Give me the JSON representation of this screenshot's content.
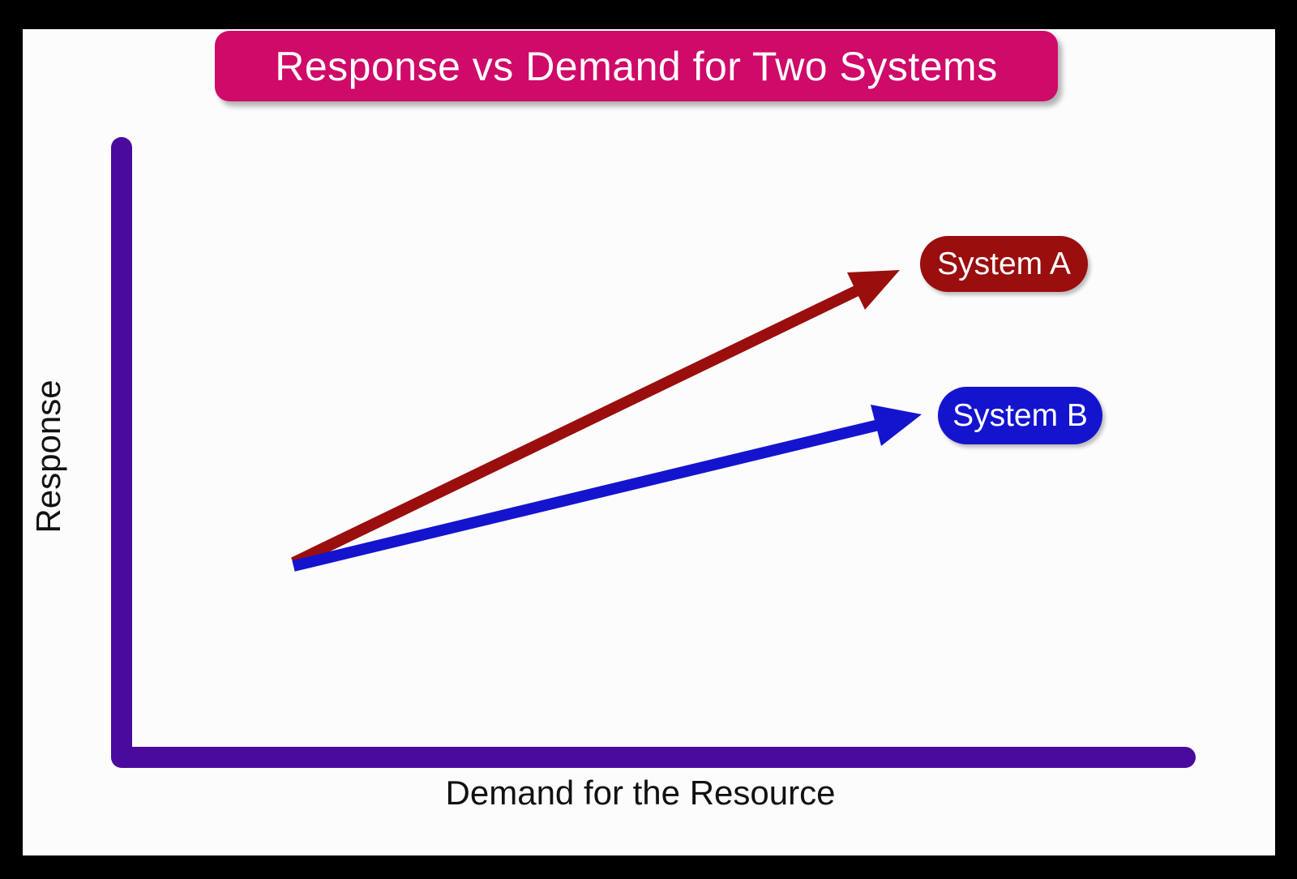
{
  "title": {
    "text": "Response vs Demand for Two Systems"
  },
  "axes": {
    "x_label": "Demand for the Resource",
    "y_label": "Response"
  },
  "series": [
    {
      "label": "System A",
      "color": "#9A0E0E"
    },
    {
      "label": "System B",
      "color": "#1414CF"
    }
  ],
  "colors": {
    "title_bg": "#CF0A69",
    "axis": "#4A0A9E",
    "system_a": "#9A0E0E",
    "system_b": "#1414CF",
    "frame": "#000000",
    "canvas_bg": "#FDFCFC",
    "label_text": "#111111"
  },
  "chart_data": {
    "type": "line",
    "title": "Response vs Demand for Two Systems",
    "xlabel": "Demand for the Resource",
    "ylabel": "Response",
    "axes_quantified": false,
    "grid": false,
    "legend_position": "inline-right-pills",
    "series": [
      {
        "name": "System A",
        "color": "#9A0E0E",
        "style": "arrow",
        "x_relative": [
          0.15,
          0.72
        ],
        "y_relative": [
          0.33,
          0.79
        ]
      },
      {
        "name": "System B",
        "color": "#1414CF",
        "style": "arrow",
        "x_relative": [
          0.15,
          0.74
        ],
        "y_relative": [
          0.32,
          0.56
        ]
      }
    ]
  }
}
